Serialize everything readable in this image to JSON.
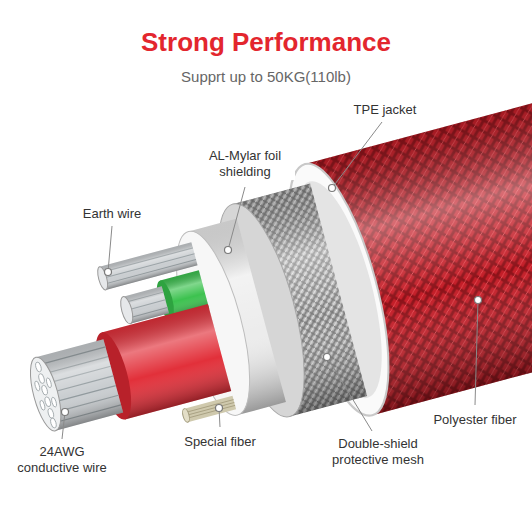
{
  "diagram": {
    "title": "Strong Performance",
    "labels": [
      "Supprt up to 50KG(110lb)",
      "TPE jacket",
      "AL-Mylar foil shielding",
      "Earth wire",
      "Polyester fiber",
      "Double-shield protective mesh",
      "Special fiber",
      "24AWG conductive wire"
    ]
  }
}
